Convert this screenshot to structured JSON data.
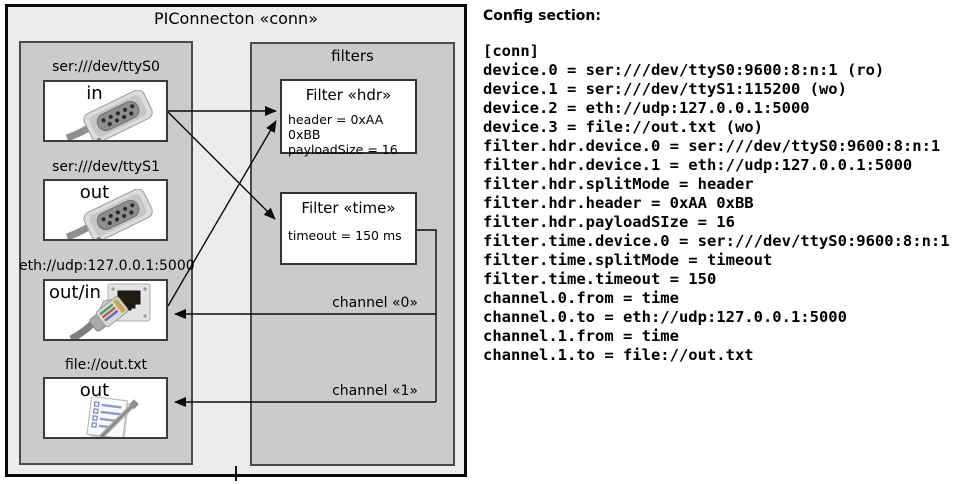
{
  "diagram": {
    "title": "PIConnecton «conn»",
    "devices": [
      {
        "label": "ser:///dev/ttyS0",
        "direction": "in",
        "icon": "serial-connector-icon"
      },
      {
        "label": "ser:///dev/ttyS1",
        "direction": "out",
        "icon": "serial-connector-icon"
      },
      {
        "label": "eth://udp:127.0.0.1:5000",
        "direction": "out/in",
        "icon": "ethernet-connector-icon"
      },
      {
        "label": "file://out.txt",
        "direction": "out",
        "icon": "notepad-icon"
      }
    ],
    "filters_panel_title": "filters",
    "filters": [
      {
        "title": "Filter «hdr»",
        "properties": [
          "header = 0xAA 0xBB",
          "payloadSize = 16"
        ]
      },
      {
        "title": "Filter «time»",
        "properties": [
          "timeout = 150 ms"
        ]
      }
    ],
    "channels": [
      {
        "label": "channel «0»"
      },
      {
        "label": "channel «1»"
      }
    ],
    "colors": {
      "outer_fill": "#ececec",
      "panel_fill": "#cbcbcb",
      "box_fill": "#ffffff",
      "line": "#0a0a0a"
    }
  },
  "config": {
    "heading": "Config section:",
    "lines": [
      "[conn]",
      "device.0 = ser:///dev/ttyS0:9600:8:n:1 (ro)",
      "device.1 = ser:///dev/ttyS1:115200 (wo)",
      "device.2 = eth://udp:127.0.0.1:5000",
      "device.3 = file://out.txt (wo)",
      "filter.hdr.device.0 = ser:///dev/ttyS0:9600:8:n:1",
      "filter.hdr.device.1 = eth://udp:127.0.0.1:5000",
      "filter.hdr.splitMode = header",
      "filter.hdr.header = 0xAA 0xBB",
      "filter.hdr.payloadSIze = 16",
      "filter.time.device.0 = ser:///dev/ttyS0:9600:8:n:1",
      "filter.time.splitMode = timeout",
      "filter.time.timeout = 150",
      "channel.0.from = time",
      "channel.0.to = eth://udp:127.0.0.1:5000",
      "channel.1.from = time",
      "channel.1.to = file://out.txt"
    ]
  }
}
